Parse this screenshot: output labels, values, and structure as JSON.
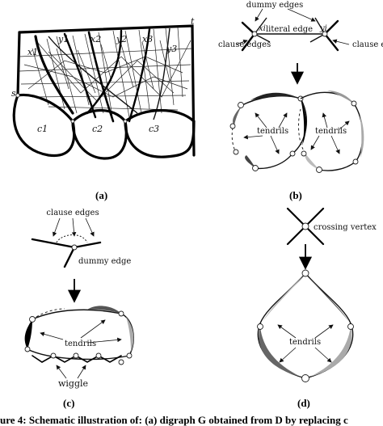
{
  "panel_a": {
    "caption": "(a)",
    "vertex_s": "s",
    "vertex_t": "t",
    "variables": [
      "x1",
      "y1",
      "x2",
      "y2",
      "x3",
      "y3"
    ],
    "clauses": [
      "c1",
      "c2",
      "c3"
    ]
  },
  "panel_b": {
    "caption": "(b)",
    "dummy_edges": "dummy edges",
    "literal_edge": "literal edge",
    "clause_edges_left": "clause\nedges",
    "clause_edges_right": "clause\nedges",
    "xi": "xi",
    "yi": "yi",
    "tendrils_left": "tendrils",
    "tendrils_right": "tendrils"
  },
  "panel_c": {
    "caption": "(c)",
    "clause_edges": "clause edges",
    "dummy_edge": "dummy\nedge",
    "tendrils": "tendrils",
    "wiggle": "wiggle"
  },
  "panel_d": {
    "caption": "(d)",
    "crossing_vertex": "crossing vertex",
    "tendrils": "tendrils"
  },
  "figure_caption": "ure 4:  Schematic illustration of: (a) digraph G obtained from D by replacing c"
}
